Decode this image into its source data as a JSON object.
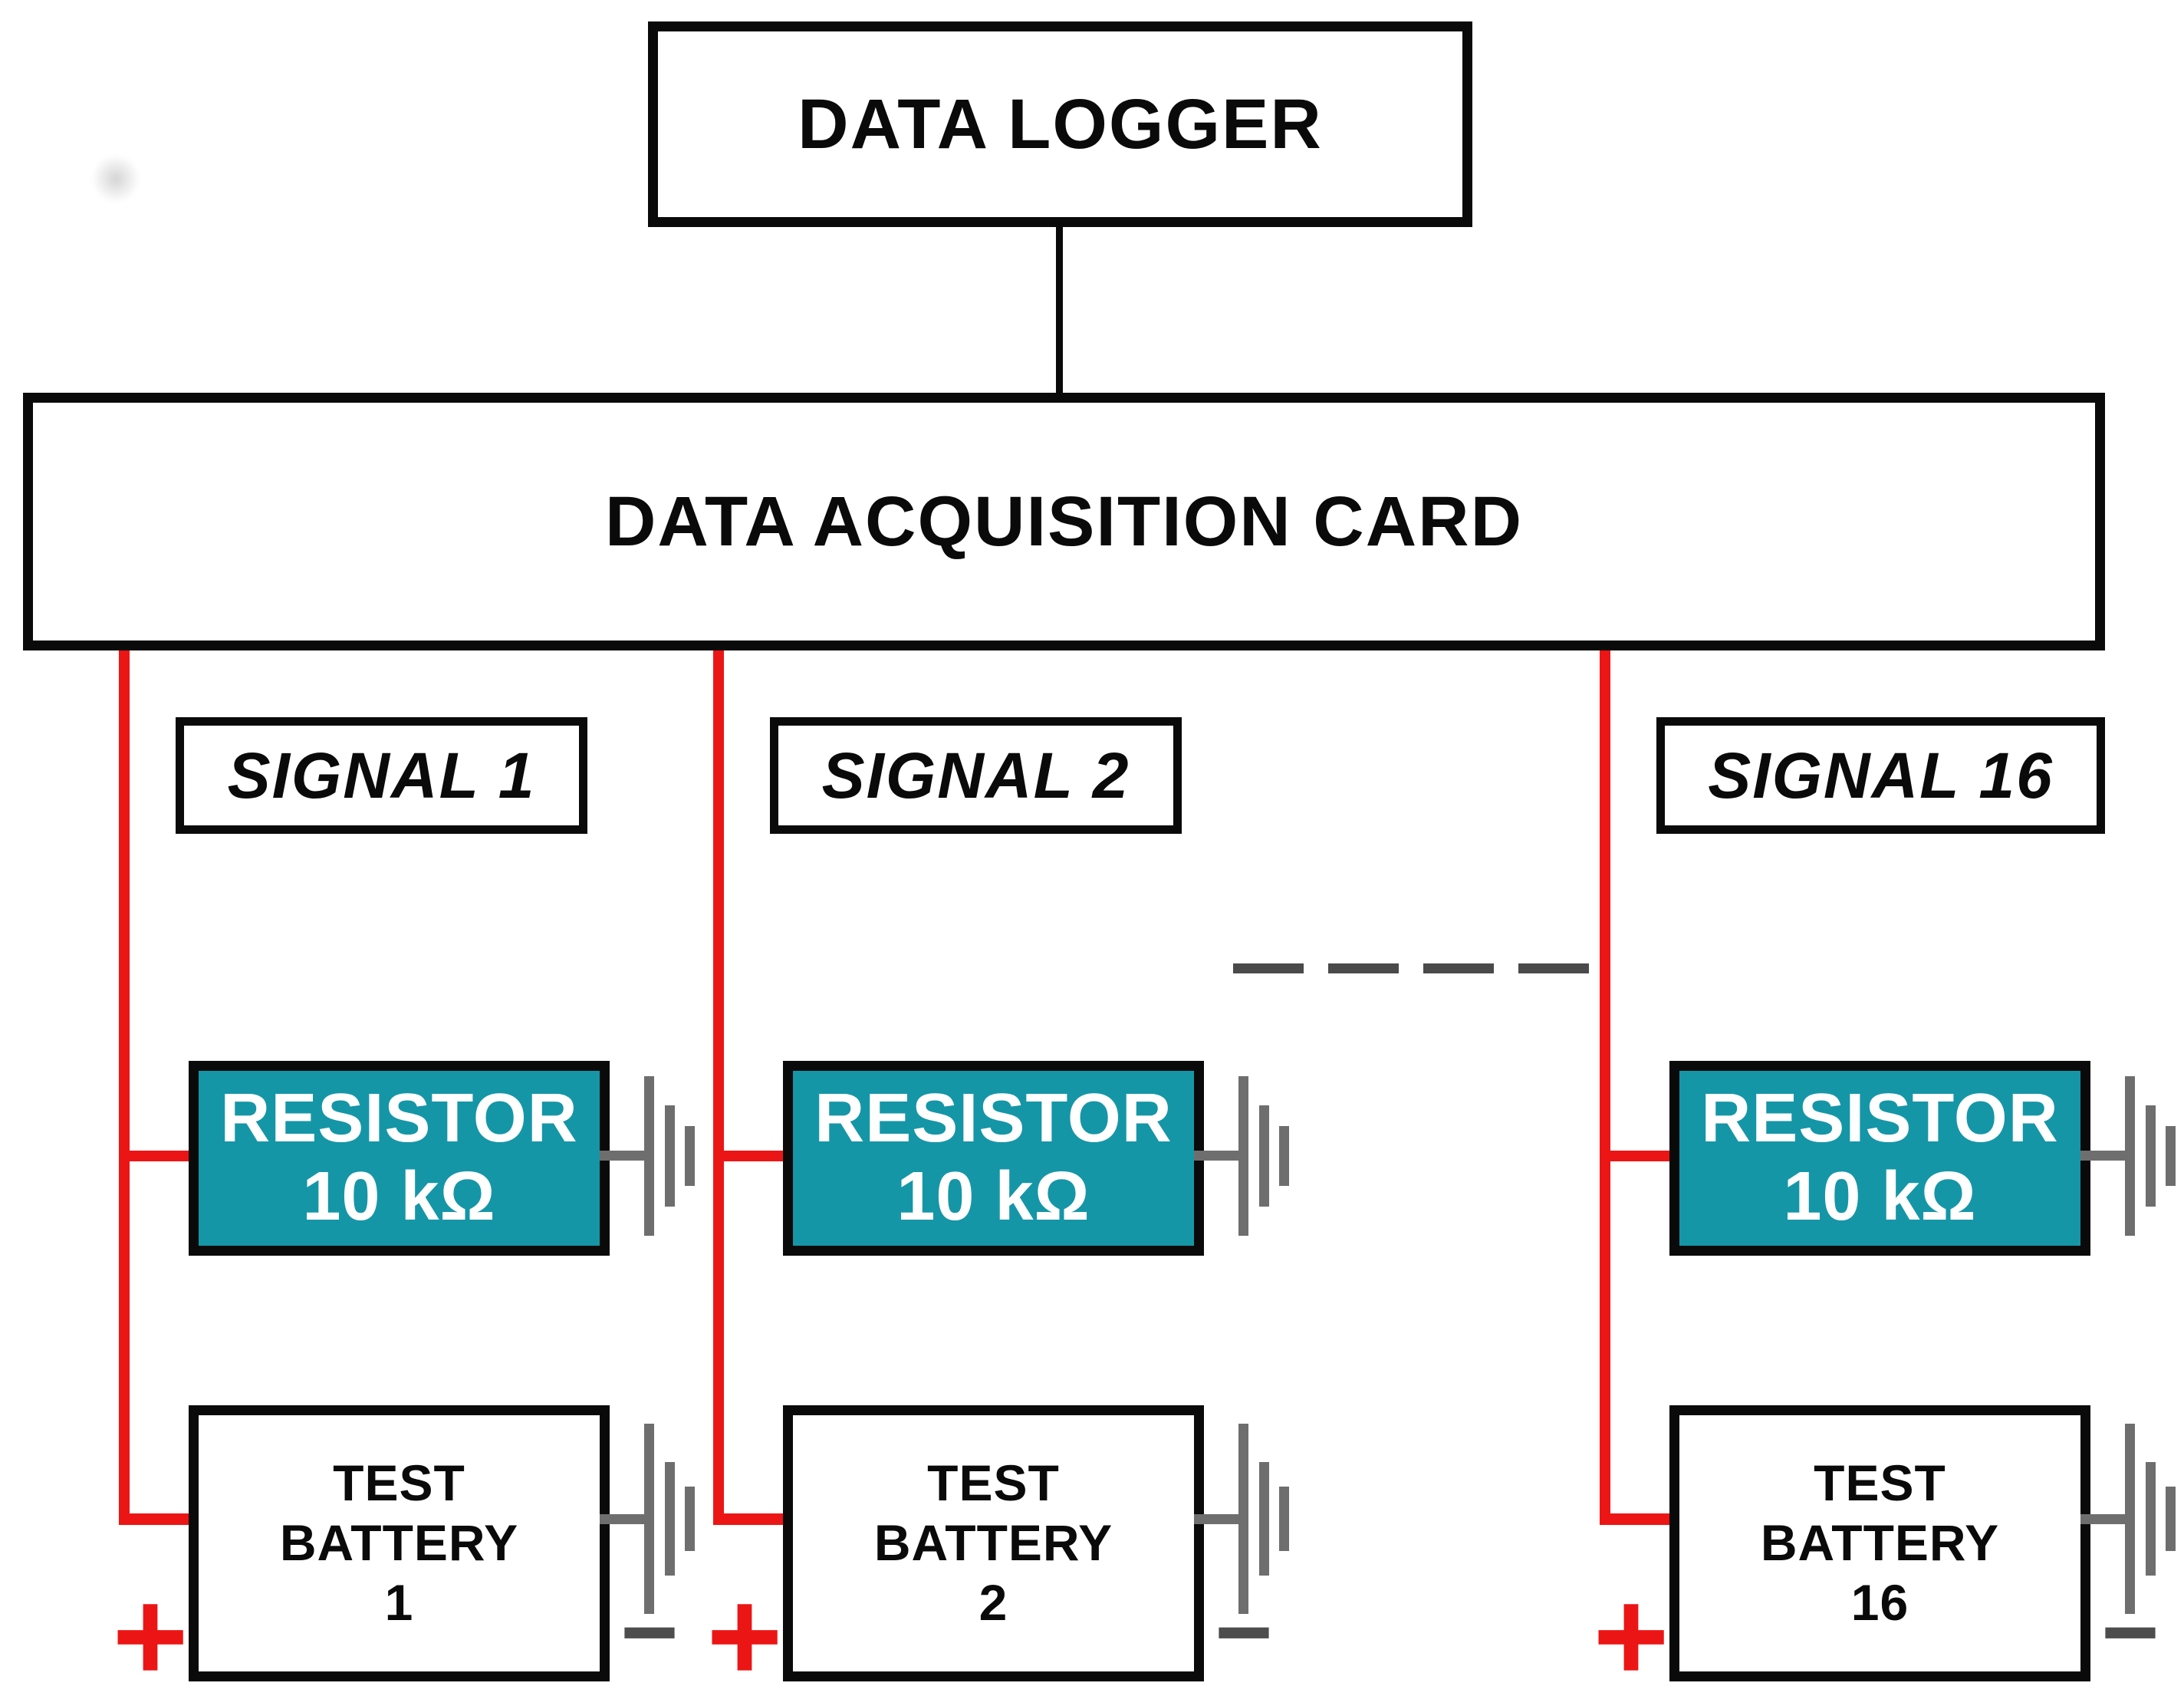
{
  "logger": {
    "label": "DATA LOGGER"
  },
  "daq": {
    "label": "DATA ACQUISITION CARD"
  },
  "channels": [
    {
      "signal_label": "SIGNAL 1",
      "resistor_name": "RESISTOR",
      "resistor_value": "10 kΩ",
      "battery_word_1": "TEST",
      "battery_word_2": "BATTERY",
      "battery_number": "1",
      "polarity_positive": "+",
      "polarity_negative": "−"
    },
    {
      "signal_label": "SIGNAL 2",
      "resistor_name": "RESISTOR",
      "resistor_value": "10 kΩ",
      "battery_word_1": "TEST",
      "battery_word_2": "BATTERY",
      "battery_number": "2",
      "polarity_positive": "+",
      "polarity_negative": "−"
    },
    {
      "signal_label": "SIGNAL 16",
      "resistor_name": "RESISTOR",
      "resistor_value": "10 kΩ",
      "battery_word_1": "TEST",
      "battery_word_2": "BATTERY",
      "battery_number": "16",
      "polarity_positive": "+",
      "polarity_negative": "−"
    }
  ],
  "colors": {
    "wire": "#EC1515",
    "resistor_fill": "#1596A7",
    "resistor_text": "#FFFFFF",
    "ground": "#6E6E6E",
    "dash": "#4A4A4A",
    "outline": "#0A0A0A"
  }
}
